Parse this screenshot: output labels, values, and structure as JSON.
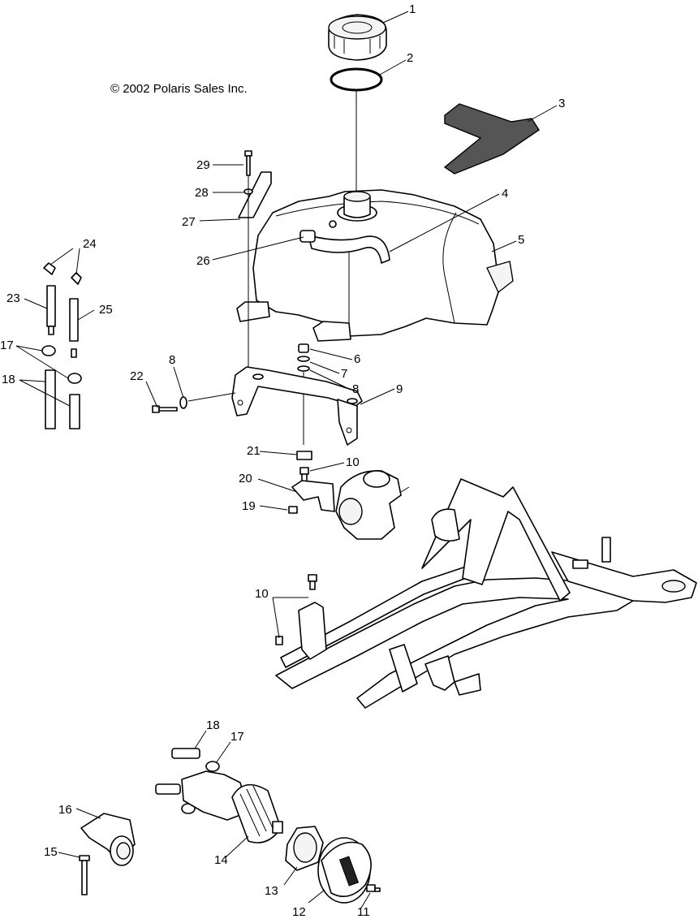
{
  "copyright": "© 2002 Polaris Sales Inc.",
  "callouts": [
    "1",
    "2",
    "3",
    "4",
    "5",
    "6",
    "7",
    "8",
    "9",
    "10",
    "11",
    "12",
    "13",
    "14",
    "15",
    "16",
    "17",
    "18",
    "19",
    "20",
    "21",
    "22",
    "23",
    "24",
    "25",
    "26",
    "27",
    "28",
    "29"
  ]
}
